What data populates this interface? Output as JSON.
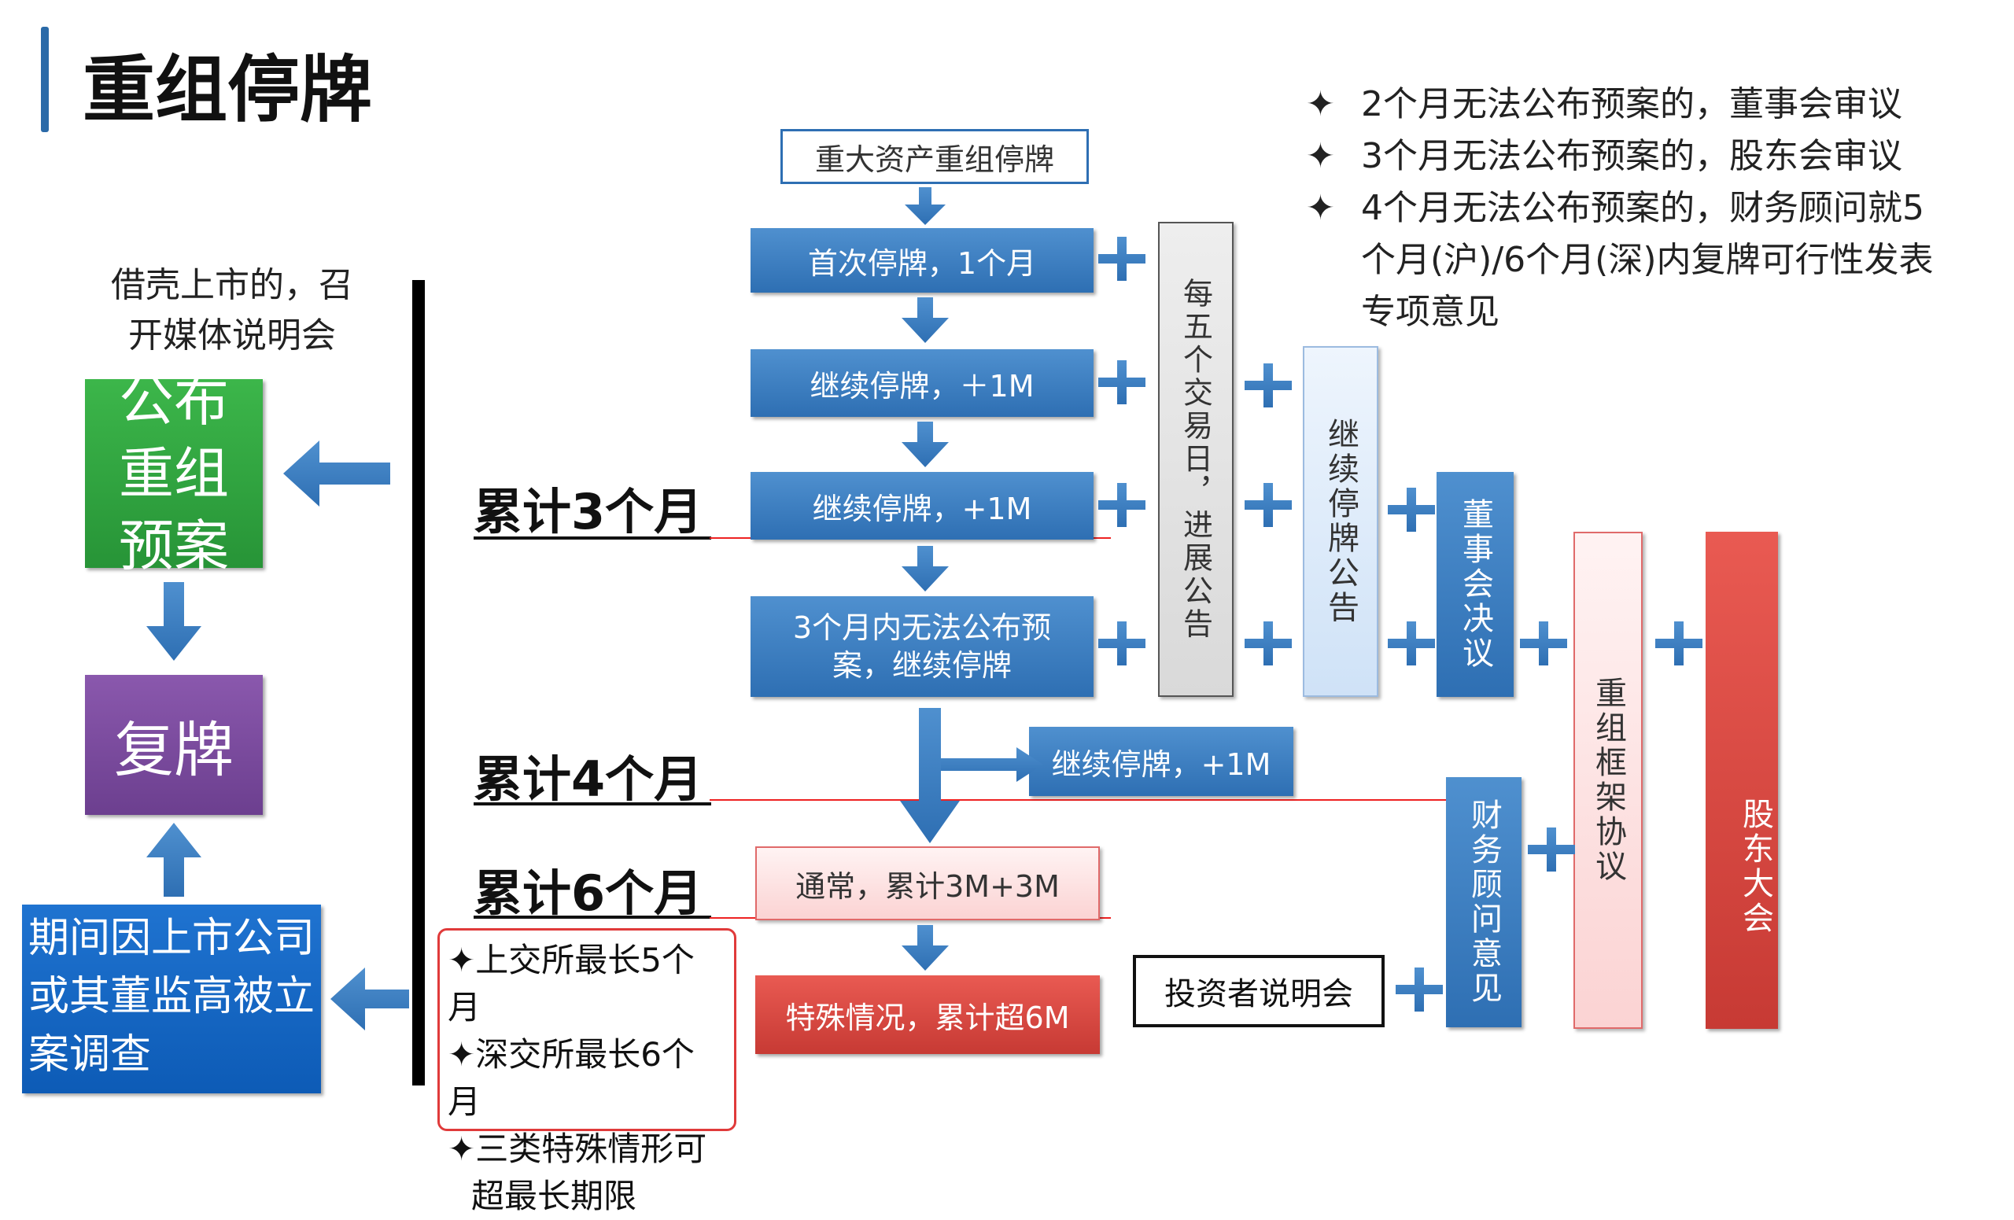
{
  "title": "重组停牌",
  "left": {
    "note": "借壳上市的，召开媒体说明会",
    "publish": "公布重组预案",
    "resume": "复牌",
    "investigation": "期间因上市公司或其董监高被立案调查"
  },
  "flow": {
    "start": "重大资产重组停牌",
    "step1": "首次停牌，1个月",
    "step2": "继续停牌，＋1M",
    "step3": "继续停牌，+1M",
    "step4": "3个月内无法公布预案，继续停牌",
    "step5": "继续停牌，+1M",
    "normal": "通常，累计3M+3M",
    "special": "特殊情况，累计超6M"
  },
  "cumulative": {
    "m3": "累计3个月",
    "m4": "累计4个月",
    "m6": "累计6个月"
  },
  "special_notes": [
    "✦上交所最长5个月",
    "✦深交所最长6个月",
    "✦三类特殊情形可",
    "超最长期限"
  ],
  "right": {
    "every5": "每五个交易日，进展公告",
    "continue_notice": "继续停牌公告",
    "board": "董事会决议",
    "framework": "重组框架协议",
    "shareholders": "股东大会",
    "advisor": "财务顾问意见",
    "investor_meeting": "投资者说明会"
  },
  "rules": [
    "2个月无法公布预案的，董事会审议",
    "3个月无法公布预案的，股东会审议",
    "4个月无法公布预案的，财务顾问就5个月(沪)/6个月(深)内复牌可行性发表专项意见"
  ],
  "colors": {
    "blue": "#3a7cc1",
    "green": "#2ea043",
    "purple": "#7b4a9e",
    "red": "#d9463f",
    "title_bar": "#2b6aa8"
  }
}
